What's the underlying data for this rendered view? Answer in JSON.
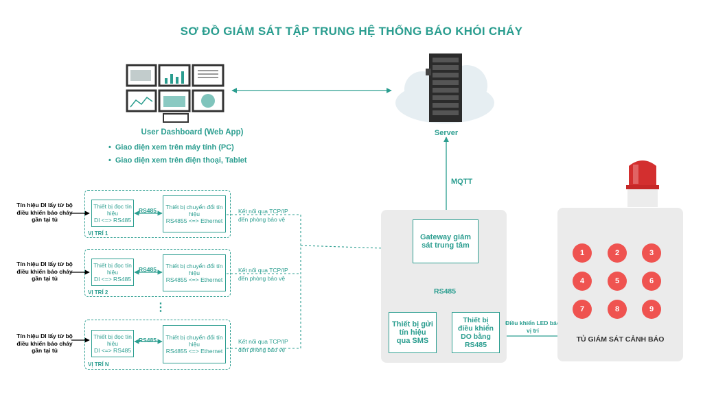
{
  "title": "SƠ ĐỒ GIÁM SÁT TẬP TRUNG HỆ THỐNG BÁO KHÓI CHÁY",
  "dashboard": {
    "label": "User Dashboard  (Web App)",
    "bullets": [
      "Giao diện xem trên máy tính (PC)",
      "Giao diện xem trên điện thoại, Tablet"
    ]
  },
  "server": {
    "label": "Server"
  },
  "mqtt_label": "MQTT",
  "locations": [
    {
      "signal": "Tín hiệu DI lấy từ bộ điều khiển báo cháy gần tại tủ",
      "reader": "Thiết bị đọc tín hiệu",
      "reader_sub": "DI <=> RS485",
      "rs485": "RS485",
      "converter": "Thiết bị chuyển đổi tín hiệu",
      "converter_sub": "RS4855 <=> Ethernet",
      "connection": "Kết nối qua TCP/IP",
      "connection_sub": "đến phòng bảo vệ",
      "name": "VỊ TRÍ 1"
    },
    {
      "signal": "Tín hiệu DI lấy từ bộ điều khiển báo cháy gần tại tủ",
      "reader": "Thiết bị đọc tín hiệu",
      "reader_sub": "DI <=> RS485",
      "rs485": "RS485",
      "converter": "Thiết bị chuyển đổi tín hiệu",
      "converter_sub": "RS4855 <=> Ethernet",
      "connection": "Kết nối qua TCP/IP",
      "connection_sub": "đến phòng bảo vệ",
      "name": "VỊ TRÍ 2"
    },
    {
      "signal": "Tín hiệu DI lấy từ bộ điều khiển báo cháy gần tại tủ",
      "reader": "Thiết bị đọc tín hiệu",
      "reader_sub": "DI <=> RS485",
      "rs485": "RS485",
      "converter": "Thiết bị chuyển đổi tín hiệu",
      "converter_sub": "RS4855 <=> Ethernet",
      "connection": "Kết nối qua TCP/IP",
      "connection_sub": "đến phòng bảo vệ",
      "name": "VỊ TRÍ N"
    }
  ],
  "ellipsis": "⋮",
  "gateway": {
    "label": "Gateway giám sát trung tâm"
  },
  "gateway_rs485": "RS485",
  "sms_device": {
    "label": "Thiết bị gửi tín hiệu qua SMS"
  },
  "do_device": {
    "label": "Thiết bị điều khiển DO bằng RS485"
  },
  "led_label": "Điều khiển LED báo vị trí",
  "alarm_panel": {
    "label": "TỦ GIÁM SÁT CẢNH BÁO",
    "buttons": [
      "1",
      "2",
      "3",
      "4",
      "5",
      "6",
      "7",
      "8",
      "9"
    ]
  },
  "colors": {
    "accent": "#2a9d8f",
    "button": "#ef5350",
    "panel": "#ebebeb",
    "beacon": "#d32f2f"
  }
}
